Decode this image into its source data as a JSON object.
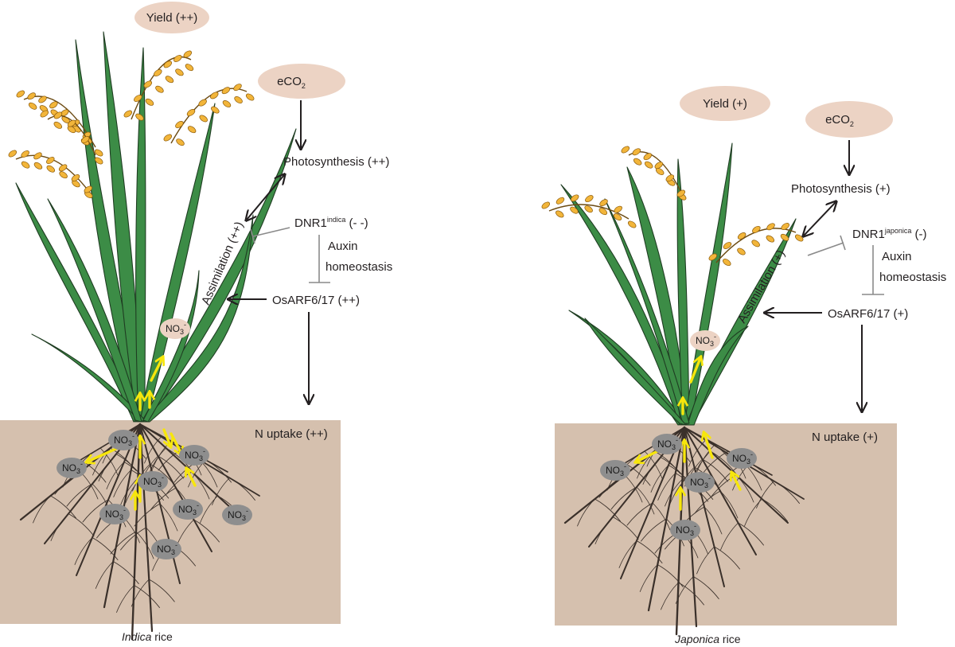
{
  "colors": {
    "soil": "#d5c0ae",
    "ellipse": "#ecd3c4",
    "leaf": "#3c8c46",
    "leaf_edge": "#1f3d22",
    "grain": "#f2b53a",
    "grain_edge": "#8a5a0c",
    "nitrate": "#8e8e8e",
    "uptake_arrow": "#f7e60c",
    "arrow": "#231f20",
    "inhibit": "#8a8a8a"
  },
  "panels": {
    "indica": {
      "caption_italic": "Indica",
      "caption_rest": " rice",
      "yield": "Yield (++)",
      "eco2": "eCO",
      "eco2_sub": "2",
      "photosynthesis": "Photosynthesis (++)",
      "dnr1": "DNR1",
      "dnr1_sup": "indica",
      "dnr1_suffix": " (- -)",
      "auxin_line1": "Auxin",
      "auxin_line2": "homeostasis",
      "osarf": "OsARF6/17 (++)",
      "assimilation": "Assimilation (++)",
      "n_uptake": "N uptake (++)",
      "nitrate_main": "NO",
      "nitrate_sub": "3",
      "nitrate_sup": "-"
    },
    "japonica": {
      "caption_italic": "Japonica",
      "caption_rest": " rice",
      "yield": "Yield (+)",
      "eco2": "eCO",
      "eco2_sub": "2",
      "photosynthesis": "Photosynthesis (+)",
      "dnr1": "DNR1",
      "dnr1_sup": "japonica",
      "dnr1_suffix": " (-)",
      "auxin_line1": "Auxin",
      "auxin_line2": "homeostasis",
      "osarf": "OsARF6/17 (+)",
      "assimilation": "Assimilation (+)",
      "n_uptake": "N uptake (+)",
      "nitrate_main": "NO",
      "nitrate_sub": "3",
      "nitrate_sup": "-"
    }
  },
  "icons": {
    "nitrate_ion": "nitrate-ion-icon",
    "uptake_arrow": "uptake-arrow-icon",
    "inhibition": "inhibition-bar-icon"
  }
}
